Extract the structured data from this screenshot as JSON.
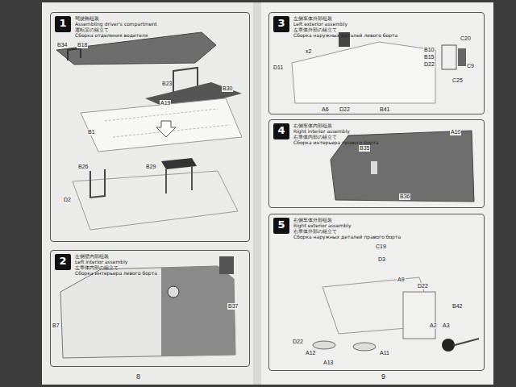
{
  "diagram": {
    "nodes": [
      {
        "text": [
          "驾驶舱组装",
          "Assembling driver's compartment",
          "運転室の組立て",
          "Сборка отделения водителя"
        ]
      },
      {
        "text": [
          "1"
        ],
        "in": 0
      },
      {
        "text": [
          "左侧壁内部组装",
          "Left interior assembly",
          "左車体内部の組立て",
          "Сборка интерьера левого борта"
        ]
      },
      {
        "text": [
          "2"
        ],
        "in": 2
      },
      {
        "text": [
          "左侧车体外部组装",
          "Left exterior assembly",
          "左車体外部の組立て",
          "Сборка наружных деталей левого борта"
        ]
      },
      {
        "text": [
          "3"
        ],
        "in": 4
      },
      {
        "text": [
          "右侧车体内部组装",
          "Right interior assembly",
          "右車体内部の組立て",
          "Сборка интерьера правого борта"
        ]
      },
      {
        "text": [
          "4"
        ],
        "in": 6
      },
      {
        "text": [
          "右侧车体外部组装",
          "Right exterior assembly",
          "右車体外部の組立て",
          "Сборка наружных деталей правого борта"
        ]
      },
      {
        "text": [
          "5"
        ],
        "in": 8
      }
    ],
    "labels": [
      "B34",
      "B18",
      "B23",
      "A19",
      "B30",
      "B1",
      "B26",
      "B29",
      "D2",
      "B37",
      "B7",
      "x2",
      "D11",
      "A6",
      "D22",
      "B41",
      "B10",
      "B15",
      "D22",
      "C20",
      "C9",
      "C25",
      "A10",
      "B35",
      "B36",
      "C19",
      "D3",
      "A9",
      "D22",
      "B42",
      "A2",
      "A3",
      "D22",
      "A12",
      "A13",
      "A11",
      "8",
      "9"
    ]
  }
}
